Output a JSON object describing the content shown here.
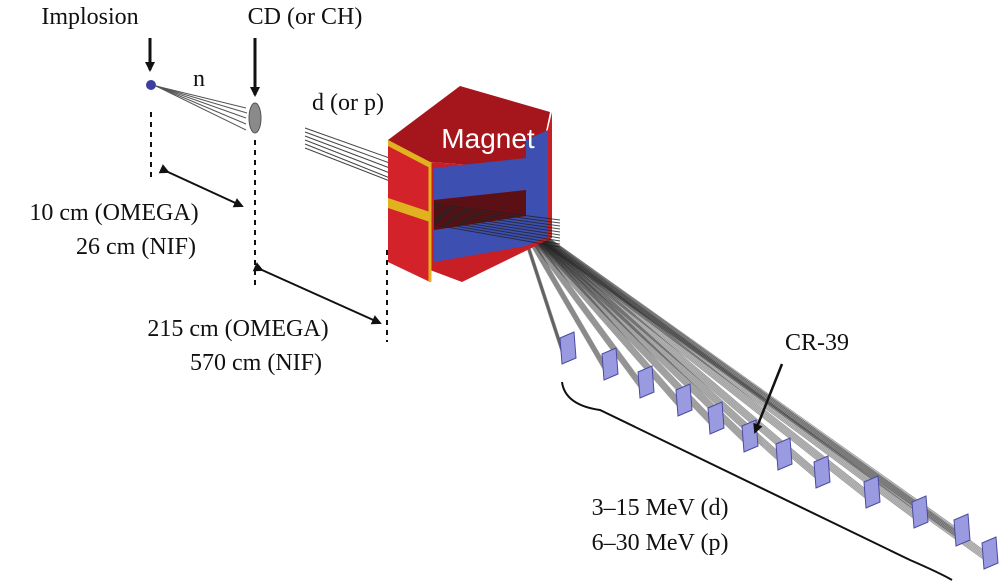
{
  "labels": {
    "implosion": "Implosion",
    "target": "CD (or CH)",
    "neutron": "n",
    "deuteron": "d (or p)",
    "magnet": "Magnet",
    "dist1_omega": "10 cm (OMEGA)",
    "dist1_nif": "26 cm (NIF)",
    "dist2_omega": "215 cm (OMEGA)",
    "dist2_nif": "570 cm (NIF)",
    "detector": "CR-39",
    "energy_d": "3–15 MeV (d)",
    "energy_p": "6–30 MeV (p)"
  },
  "colors": {
    "magnet_red": "#d4222a",
    "magnet_dark_red": "#a5151c",
    "magnet_blue": "#3d4fb0",
    "magnet_yellow": "#e1b21f",
    "detector_fill": "#9a9ae0",
    "implosion_dot": "#3a3fa0",
    "target_fill": "#8a8a8a"
  },
  "detectors": {
    "count": 12
  }
}
